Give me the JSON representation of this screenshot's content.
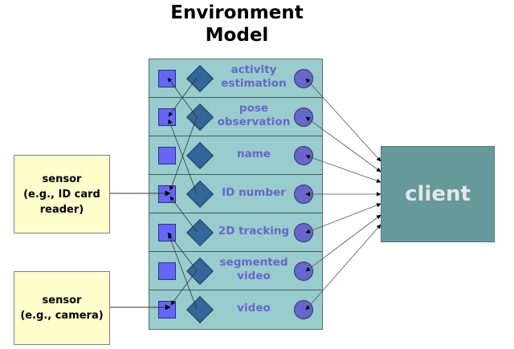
{
  "title": {
    "line1": "Environment",
    "line2": "Model"
  },
  "rows": [
    {
      "label_line1": "activity",
      "label_line2": "estimation"
    },
    {
      "label_line1": "pose",
      "label_line2": "observation"
    },
    {
      "label_line1": "name",
      "label_line2": ""
    },
    {
      "label_line1": "ID number",
      "label_line2": ""
    },
    {
      "label_line1": "2D tracking",
      "label_line2": ""
    },
    {
      "label_line1": "segmented",
      "label_line2": "video"
    },
    {
      "label_line1": "video",
      "label_line2": ""
    }
  ],
  "sensors": [
    {
      "line1": "sensor",
      "line2": "(e.g., ID card",
      "line3": "reader)"
    },
    {
      "line1": "sensor",
      "line2": "(e.g., camera)",
      "line3": ""
    }
  ],
  "client": {
    "label": "client"
  },
  "colors": {
    "panel": "#99cccc",
    "square": "#6666ff",
    "diamond": "#336699",
    "circle": "#6666cc",
    "sensor": "#ffffcc",
    "client": "#669999"
  }
}
